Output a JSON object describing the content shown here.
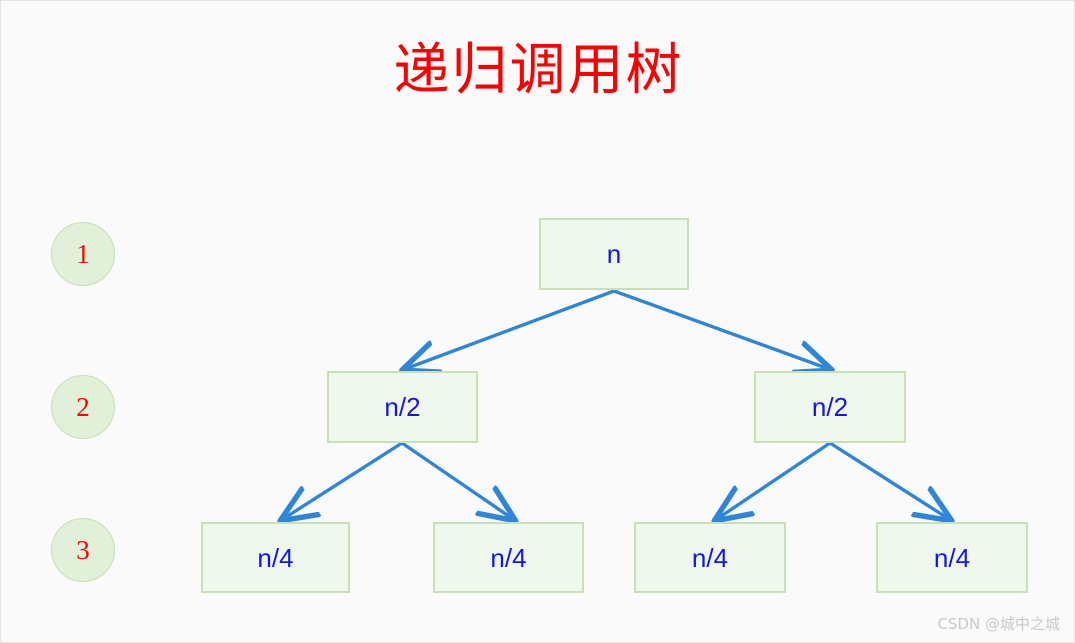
{
  "page": {
    "title": "递归调用树",
    "title_color": "#fa0000",
    "background_color": "#fafafa",
    "watermark": "CSDN @城中之城",
    "watermark_color": "#c9c9c9"
  },
  "colors": {
    "node_fill": "#f0f7ec",
    "node_border": "#c8e0b4",
    "node_text": "#1414ee",
    "circle_fill": "#e2f0d9",
    "circle_border": "#c5e0b4",
    "circle_text": "#ff0000",
    "arrow": "#2e86d8"
  },
  "levels": [
    {
      "label": "1"
    },
    {
      "label": "2"
    },
    {
      "label": "3"
    }
  ],
  "tree": {
    "root": {
      "label": "n"
    },
    "level2": [
      {
        "label": "n/2"
      },
      {
        "label": "n/2"
      }
    ],
    "level3": [
      {
        "label": "n/4"
      },
      {
        "label": "n/4"
      },
      {
        "label": "n/4"
      },
      {
        "label": "n/4"
      }
    ]
  },
  "diagram_data": {
    "type": "tree",
    "title": "递归调用树",
    "depth": 3,
    "branching_factor": 2,
    "nodes": [
      {
        "id": "root",
        "label": "n",
        "level": 1
      },
      {
        "id": "l2a",
        "label": "n/2",
        "level": 2,
        "parent": "root"
      },
      {
        "id": "l2b",
        "label": "n/2",
        "level": 2,
        "parent": "root"
      },
      {
        "id": "l3a",
        "label": "n/4",
        "level": 3,
        "parent": "l2a"
      },
      {
        "id": "l3b",
        "label": "n/4",
        "level": 3,
        "parent": "l2a"
      },
      {
        "id": "l3c",
        "label": "n/4",
        "level": 3,
        "parent": "l2b"
      },
      {
        "id": "l3d",
        "label": "n/4",
        "level": 3,
        "parent": "l2b"
      }
    ],
    "edges": [
      {
        "from": "root",
        "to": "l2a"
      },
      {
        "from": "root",
        "to": "l2b"
      },
      {
        "from": "l2a",
        "to": "l3a"
      },
      {
        "from": "l2a",
        "to": "l3b"
      },
      {
        "from": "l2b",
        "to": "l3c"
      },
      {
        "from": "l2b",
        "to": "l3d"
      }
    ]
  }
}
